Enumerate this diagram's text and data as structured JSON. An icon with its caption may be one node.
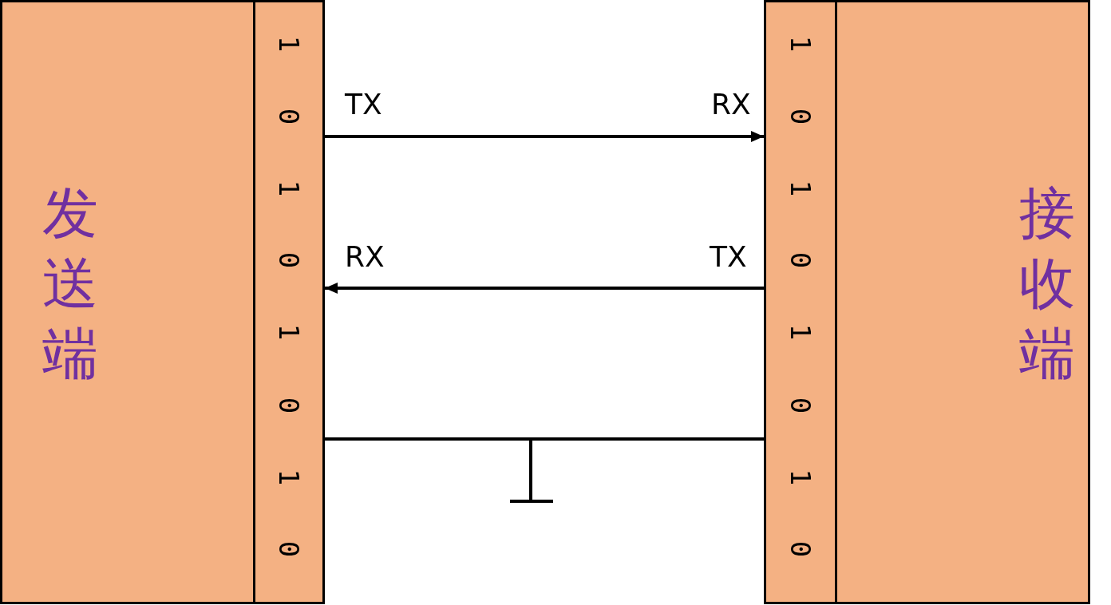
{
  "diagram": {
    "nodes": [
      {
        "text": [
          "发送端"
        ]
      },
      {
        "text": [
          "1",
          "0",
          "1",
          "0",
          "1",
          "0",
          "1",
          "0"
        ]
      },
      {
        "text": [
          "1",
          "0",
          "1",
          "0",
          "1",
          "0",
          "1",
          "0"
        ]
      },
      {
        "text": [
          "接收端"
        ]
      }
    ],
    "edges": [
      {
        "from": 1,
        "to": 2,
        "arrow": "to"
      },
      {
        "from": 2,
        "to": 1,
        "arrow": "to"
      },
      {
        "from": 1,
        "to": 2,
        "arrow": "none"
      }
    ],
    "labels": [
      "TX",
      "RX",
      "RX",
      "TX"
    ]
  }
}
